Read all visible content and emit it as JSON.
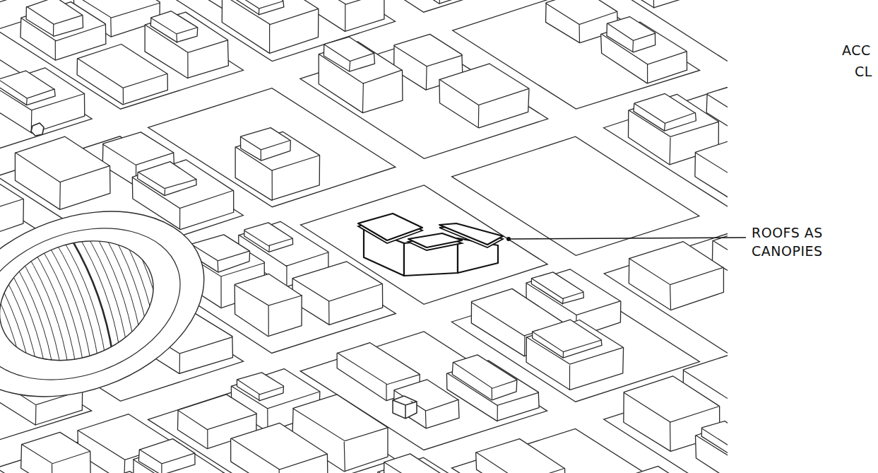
{
  "diagram": {
    "labels": [
      "ACC",
      "CL",
      "ROOFS AS CANOPIES"
    ]
  }
}
